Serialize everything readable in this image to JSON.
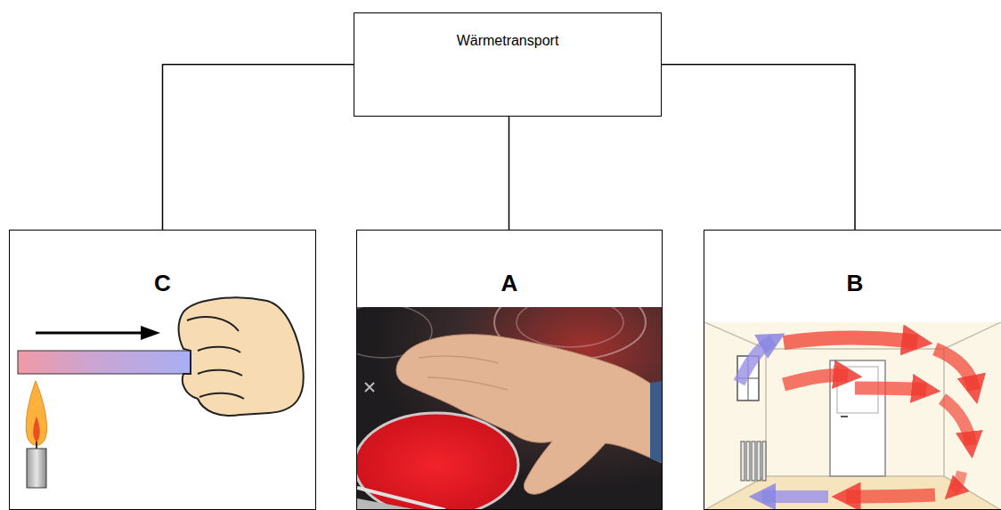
{
  "diagram": {
    "nodes": [
      {
        "text": [
          "Wärmetransport"
        ]
      },
      {
        "text": [
          "C"
        ]
      },
      {
        "text": [
          "A"
        ]
      },
      {
        "text": [
          "B"
        ]
      }
    ],
    "edges": [
      {
        "from": 0,
        "to": 1,
        "arrow": "none"
      },
      {
        "from": 0,
        "to": 2,
        "arrow": "none"
      },
      {
        "from": 0,
        "to": 3,
        "arrow": "none"
      }
    ]
  }
}
